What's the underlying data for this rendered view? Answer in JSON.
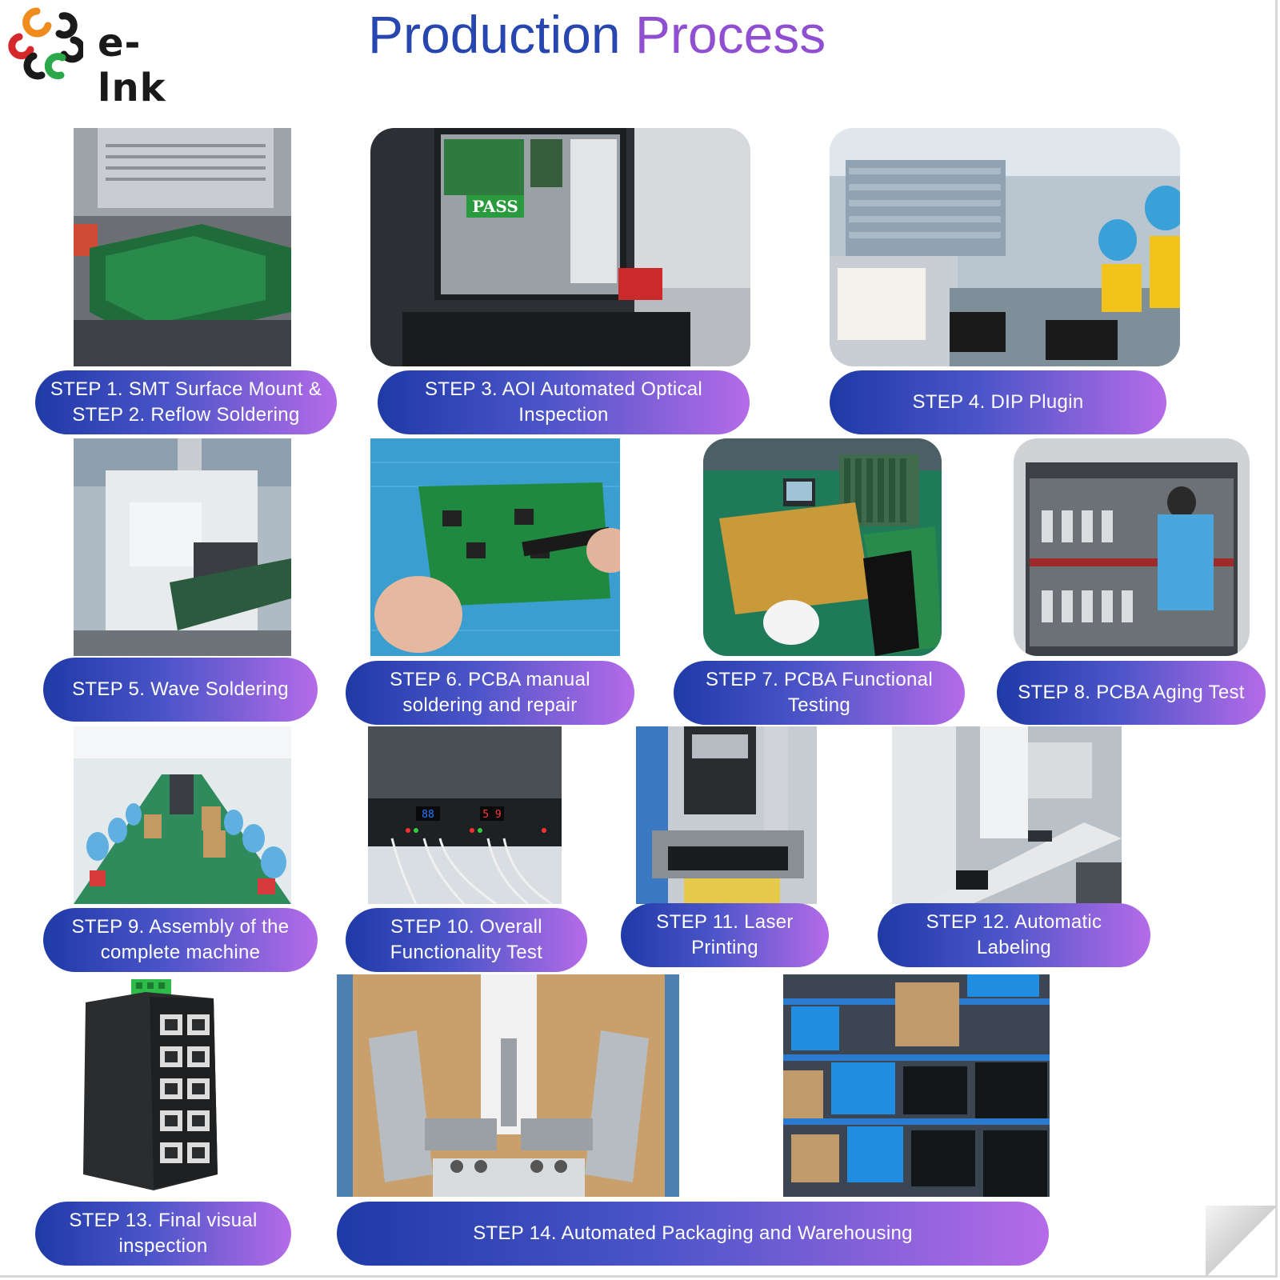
{
  "header": {
    "logo_text": "e-lnk",
    "title_part1": "Production",
    "title_part2": "Process"
  },
  "steps": [
    {
      "label": "STEP 1. SMT Surface Mount & STEP 2. Reflow Soldering",
      "photo": "smt-machine-photo"
    },
    {
      "label": "STEP 3. AOI Automated Optical Inspection",
      "photo": "aoi-monitor-photo",
      "screen_text": "PASS"
    },
    {
      "label": "STEP 4. DIP Plugin",
      "photo": "dip-workers-photo"
    },
    {
      "label": "STEP 5. Wave Soldering",
      "photo": "wave-solder-machine-photo"
    },
    {
      "label": "STEP 6. PCBA manual soldering and repair",
      "photo": "hand-soldering-photo"
    },
    {
      "label": "STEP 7. PCBA Functional Testing",
      "photo": "functional-test-photo"
    },
    {
      "label": "STEP 8. PCBA Aging Test",
      "photo": "aging-cabinet-photo"
    },
    {
      "label": "STEP 9. Assembly of the complete machine",
      "photo": "assembly-line-photo"
    },
    {
      "label": "STEP 10. Overall Functionality Test",
      "photo": "test-rack-photo"
    },
    {
      "label": "STEP 11. Laser Printing",
      "photo": "laser-printer-photo"
    },
    {
      "label": "STEP 12. Automatic Labeling",
      "photo": "labeling-conveyor-photo"
    },
    {
      "label": "STEP 13. Final visual inspection",
      "photo": "ethernet-switch-photo"
    },
    {
      "label": "STEP 14. Automated Packaging and Warehousing",
      "photo": "packaging-machine-photo"
    }
  ],
  "extra_photos": [
    "warehouse-shelves-photo"
  ],
  "colors": {
    "title_blue": "#2846b0",
    "title_purple": "#8f4fd0",
    "label_gradient_start": "#1f3aa6",
    "label_gradient_end": "#b56be8"
  }
}
